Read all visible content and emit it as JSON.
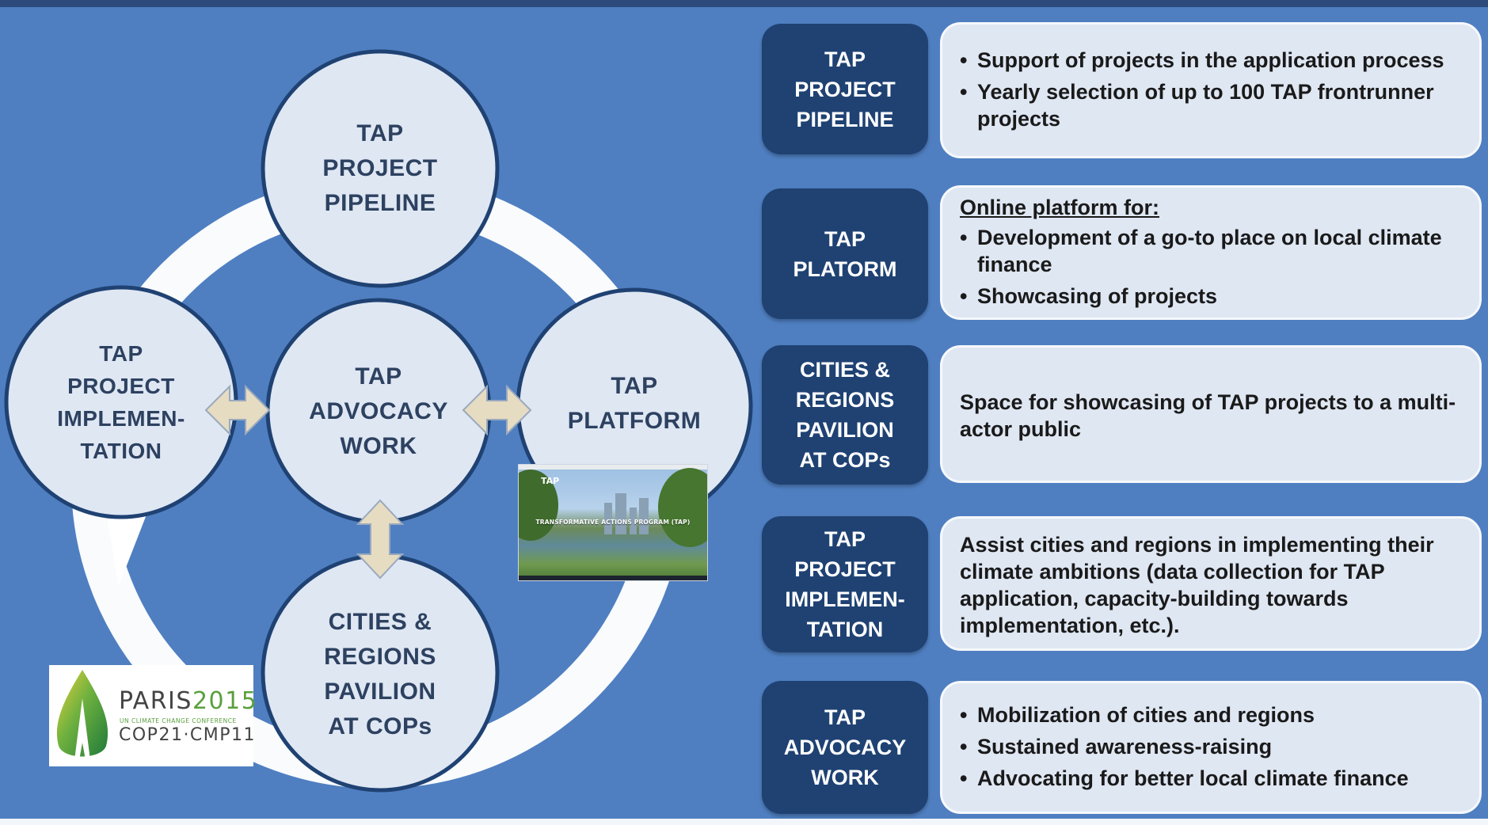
{
  "colors": {
    "background": "#4f7fc1",
    "circle_fill": "#dfe7f3",
    "circle_border": "#1f4273",
    "circle_text": "#2d4160",
    "arrow_fill": "#e6dcc2",
    "ring_fill": "#ffffff",
    "row_label_fill": "#1f4273",
    "row_box_fill": "#dfe7f3"
  },
  "circles": {
    "pipeline": "TAP\nPROJECT\nPIPELINE",
    "implementation": "TAP\nPROJECT\nIMPLEMEN-\nTATION",
    "advocacy": "TAP\nADVOCACY\nWORK",
    "platform": "TAP\nPLATFORM",
    "pavilion": "CITIES &\nREGIONS\nPAVILION\nAT COPs"
  },
  "screenshot_thumbnail": {
    "logo_text": "TAP",
    "title": "TRANSFORMATIVE ACTIONS PROGRAM (TAP)"
  },
  "paris_logo": {
    "title_main": "PARIS",
    "title_year": "2015",
    "subtitle": "UN CLIMATE CHANGE CONFERENCE",
    "cop_line": "COP21·CMP11",
    "icon": "leaf-eiffel-icon"
  },
  "rows": [
    {
      "label": "TAP\nPROJECT\nPIPELINE",
      "bullets": [
        "Support of projects in the application  process",
        "Yearly selection of up to 100 TAP frontrunner projects"
      ]
    },
    {
      "label": "TAP\nPLATORM",
      "heading": "Online platform for:",
      "bullets": [
        "Development of a go-to place on local climate finance",
        "Showcasing of projects"
      ]
    },
    {
      "label": "CITIES &\nREGIONS\nPAVILION\nAT COPs",
      "text": "Space for showcasing of TAP projects to a multi-actor public"
    },
    {
      "label": "TAP\nPROJECT\nIMPLEMEN-\nTATION",
      "text": "Assist cities and regions in implementing their climate ambitions (data collection for TAP application, capacity-building  towards implementation, etc.)."
    },
    {
      "label": "TAP\nADVOCACY\nWORK",
      "bullets": [
        "Mobilization of cities and regions",
        "Sustained awareness-raising",
        "Advocating for better local climate finance"
      ]
    }
  ]
}
